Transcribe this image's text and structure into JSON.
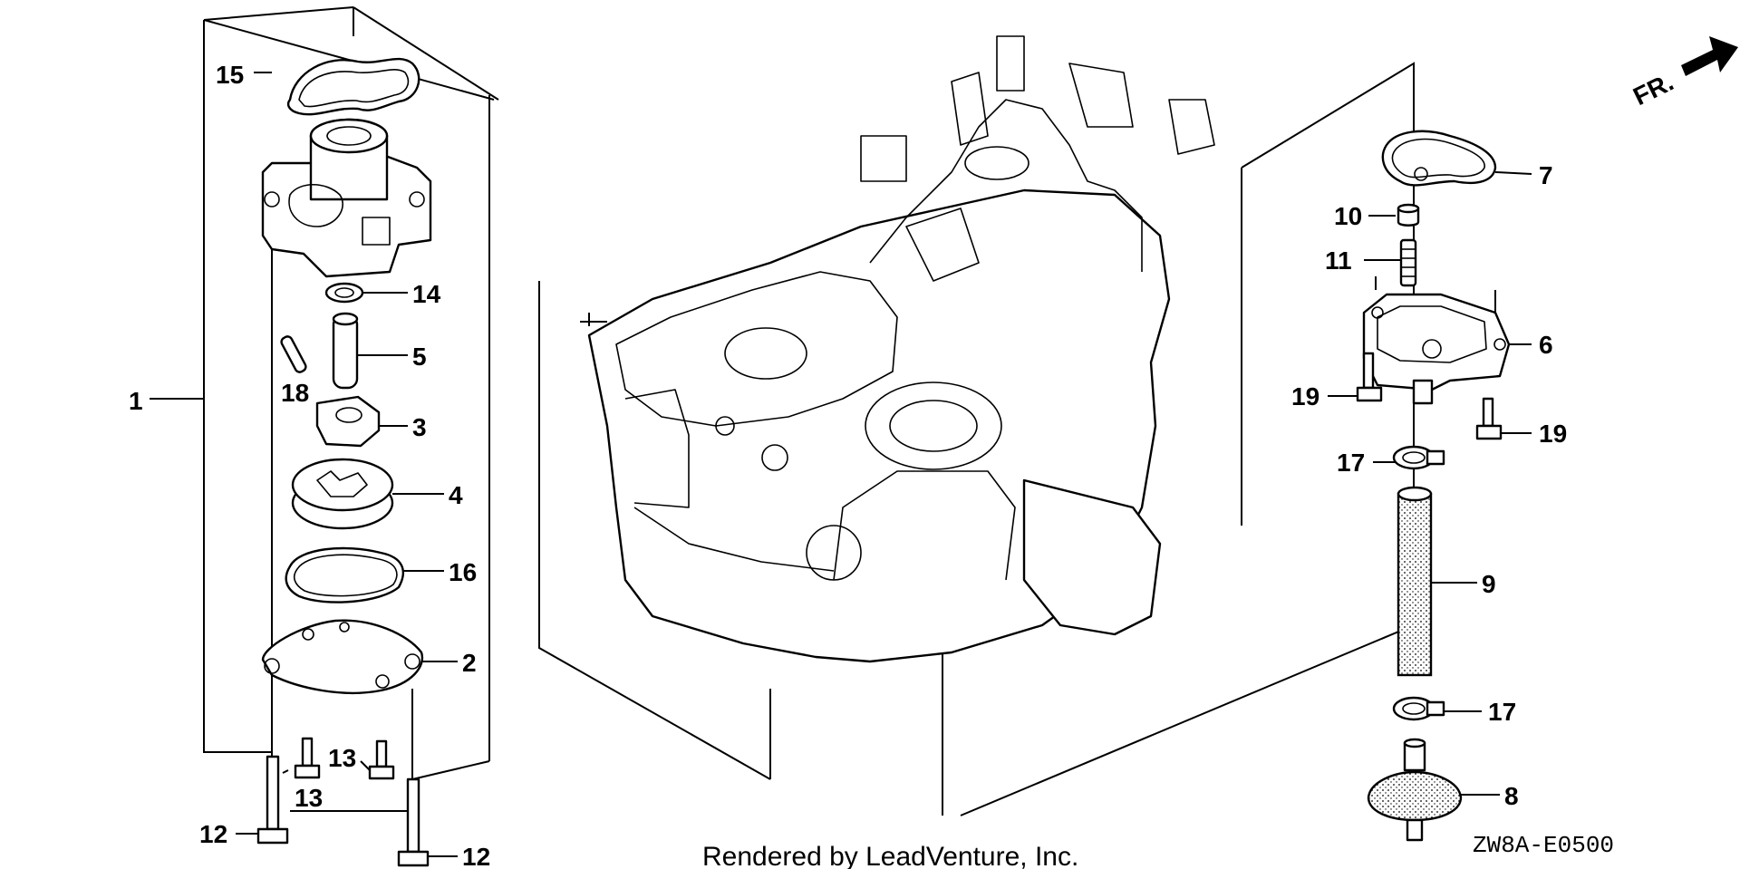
{
  "diagram": {
    "callouts": {
      "c1": "1",
      "c2": "2",
      "c3": "3",
      "c4": "4",
      "c5": "5",
      "c6": "6",
      "c7": "7",
      "c8": "8",
      "c9": "9",
      "c10": "10",
      "c11": "11",
      "c12a": "12",
      "c12b": "12",
      "c13a": "13",
      "c13b": "13",
      "c14": "14",
      "c15": "15",
      "c16": "16",
      "c17a": "17",
      "c17b": "17",
      "c18": "18",
      "c19a": "19",
      "c19b": "19"
    },
    "direction_label": "FR.",
    "diagram_code": "ZW8A-E0500",
    "footer_text": "Rendered by LeadVenture, Inc."
  }
}
